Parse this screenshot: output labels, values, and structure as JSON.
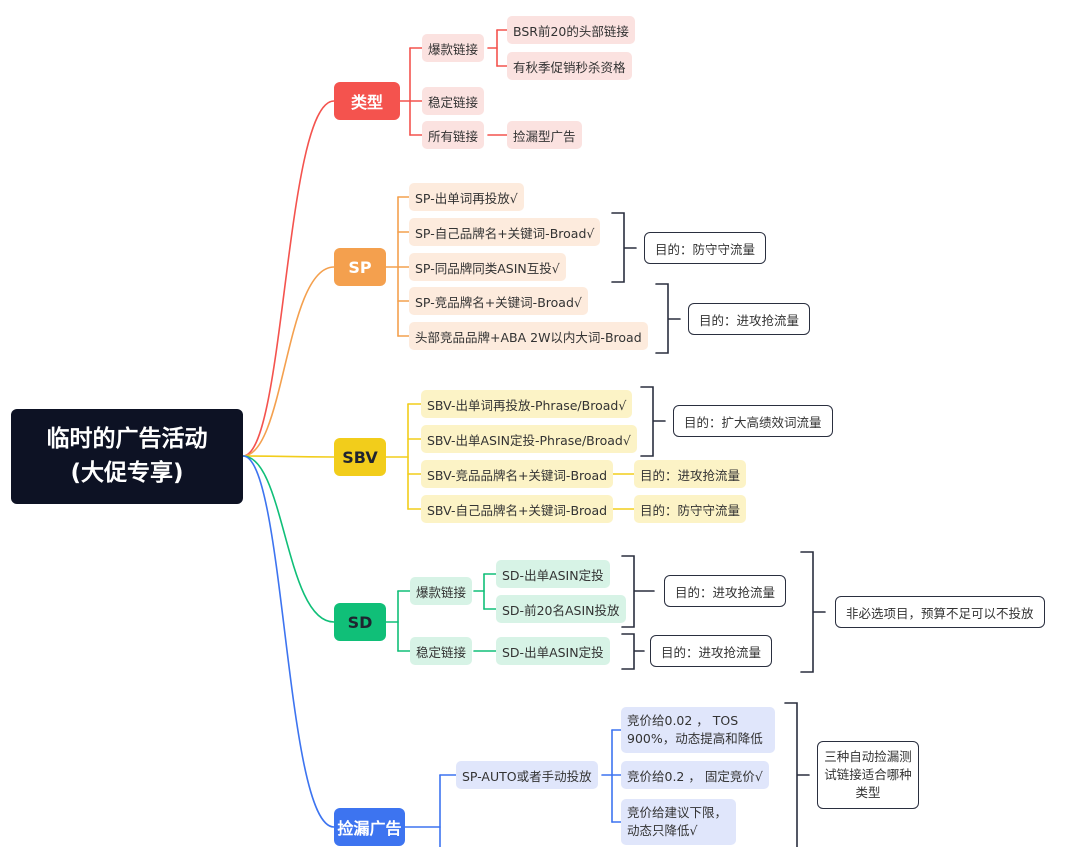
{
  "root": {
    "line1": "临时的广告活动",
    "line2": "(大促专享)"
  },
  "colors": {
    "type": "#f4534e",
    "sp": "#f4a04e",
    "sbv": "#f2cd1b",
    "sd": "#10bf78",
    "leak": "#3d74f0",
    "dark": "#2a2f3f"
  },
  "type": {
    "label": "类型",
    "items": {
      "hot": "爆款链接",
      "hot_sub1": "BSR前20的头部链接",
      "hot_sub2": "有秋季促销秒杀资格",
      "stable": "稳定链接",
      "all": "所有链接",
      "all_sub": "捡漏型广告"
    }
  },
  "sp": {
    "label": "SP",
    "items": [
      "SP-出单词再投放√",
      "SP-自己品牌名+关键词-Broad√",
      "SP-同品牌同类ASIN互投√",
      "SP-竞品牌名+关键词-Broad√",
      "头部竞品品牌+ABA 2W以内大词-Broad"
    ],
    "goal_defend": "目的：防守守流量",
    "goal_attack": "目的：进攻抢流量"
  },
  "sbv": {
    "label": "SBV",
    "items": [
      "SBV-出单词再投放-Phrase/Broad√",
      "SBV-出单ASIN定投-Phrase/Broad√",
      "SBV-竞品品牌名+关键词-Broad",
      "SBV-自己品牌名+关键词-Broad"
    ],
    "goal_expand": "目的：扩大高绩效词流量",
    "goal_attack": "目的：进攻抢流量",
    "goal_defend": "目的：防守守流量"
  },
  "sd": {
    "label": "SD",
    "hot": "爆款链接",
    "hot_sub1": "SD-出单ASIN定投",
    "hot_sub2": "SD-前20名ASIN投放",
    "stable": "稳定链接",
    "stable_sub": "SD-出单ASIN定投",
    "goal_attack1": "目的：进攻抢流量",
    "goal_attack2": "目的：进攻抢流量",
    "note": "非必选项目，预算不足可以不投放"
  },
  "leak": {
    "label": "捡漏广告",
    "mode": "SP-AUTO或者手动投放",
    "bid1": "竞价给0.02 ， TOS 900%，动态提高和降低",
    "bid2": "竞价给0.2 ， 固定竞价√",
    "bid3": "竞价给建议下限，动态只降低√",
    "test": "三种自动捡漏测试链接适合哪种类型"
  }
}
